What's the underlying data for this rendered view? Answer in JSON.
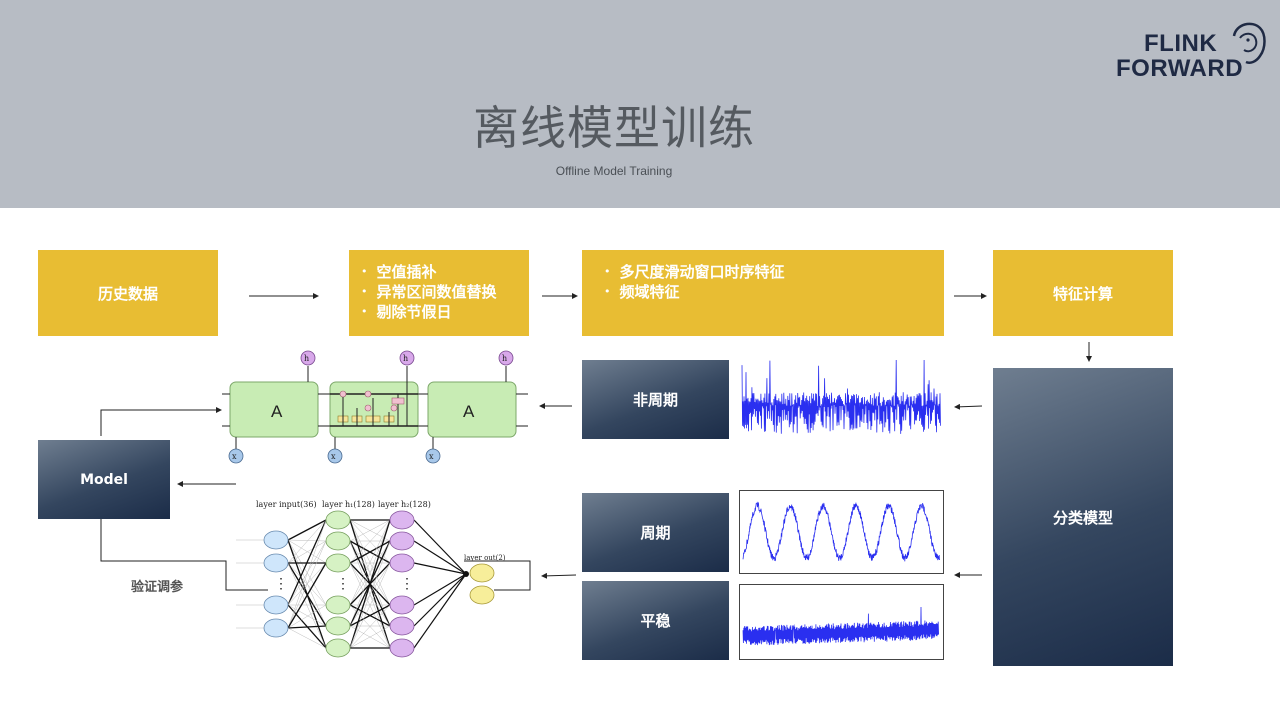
{
  "header": {
    "title": "离线模型训练",
    "subtitle": "Offline Model Training",
    "logo_line1": "FLINK",
    "logo_line2": "FORWARD"
  },
  "pipeline": {
    "history_data": "历史数据",
    "preprocess_items": [
      "空值插补",
      "异常区间数值替换",
      "剔除节假日"
    ],
    "feature_items": [
      "多尺度滑动窗口时序特征",
      "频域特征"
    ],
    "feature_calc": "特征计算",
    "classifier": "分类模型",
    "non_periodic": "非周期",
    "periodic": "周期",
    "stable": "平稳",
    "model": "Model",
    "tuning": "验证调参"
  },
  "lstm": {
    "cell_label": "A",
    "out_label": "h",
    "in_label": "x"
  },
  "nn": {
    "layer_labels": [
      "layer input(36)",
      "layer h₁(128)",
      "layer h₂(128)",
      "layer out(2)"
    ]
  },
  "colors": {
    "header_bg": "#b7bcc4",
    "accent_yellow": "#e8bd33",
    "dark_navy": "#1b2c48",
    "signal_blue": "#2a2ff0",
    "lstm_green": "#c8ecb4"
  }
}
